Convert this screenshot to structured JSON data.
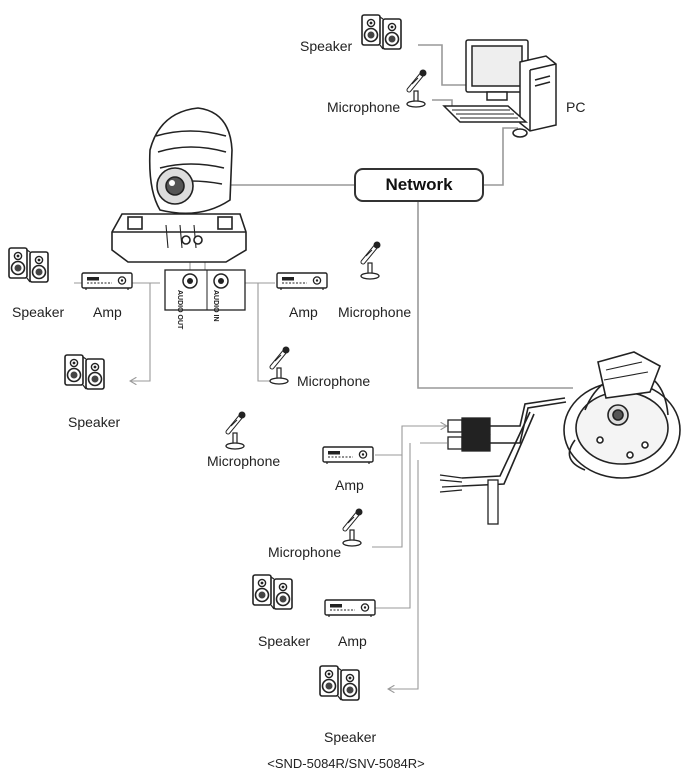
{
  "labels": {
    "speaker": "Speaker",
    "microphone": "Microphone",
    "pc": "PC",
    "network": "Network",
    "amp": "Amp",
    "audio_out": "AUDIO OUT",
    "audio_in": "AUDIO IN"
  },
  "caption": "<SND-5084R/SNV-5084R>",
  "colors": {
    "line": "#999999",
    "ink": "#222222"
  }
}
